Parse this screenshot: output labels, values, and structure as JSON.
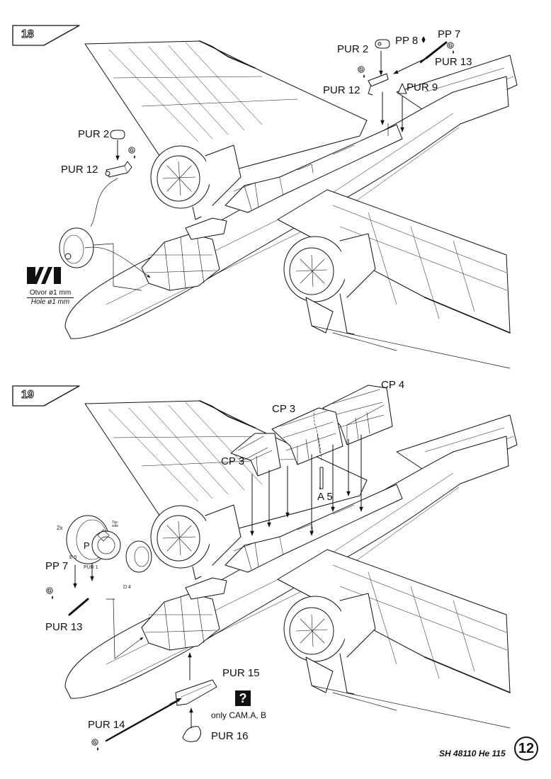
{
  "steps": {
    "s18": "18",
    "s19": "19"
  },
  "labels18": {
    "pur2_top": "PUR 2",
    "pp8": "PP 8",
    "pp7": "PP 7",
    "pur13": "PUR 13",
    "pur12_top": "PUR 12",
    "pur9": "PUR 9",
    "pur2_left": "PUR 2",
    "pur12_left": "PUR 12"
  },
  "hole_note": {
    "cz": "Otvor ø1 mm",
    "en": "Hole ø1 mm"
  },
  "labels19": {
    "cp4": "CP 4",
    "cp3_top": "CP 3",
    "cp3_left": "CP 3",
    "a5": "A 5",
    "pp7": "PP 7",
    "pur13": "PUR 13",
    "pur15": "PUR 15",
    "only": "only CAM.A, B",
    "pur14": "PUR 14",
    "pur16": "PUR 16"
  },
  "mini_labels": {
    "x2": "2x",
    "e5": "E 5",
    "pur1": "PUR 1",
    "d4": "D 4",
    "top": "Top side",
    "p": "P"
  },
  "question_mark": "?",
  "footer": "SH 48110 He 115",
  "page_number": "12",
  "icons": [
    "glue-icon",
    "drill-hole-icon",
    "question-icon"
  ]
}
